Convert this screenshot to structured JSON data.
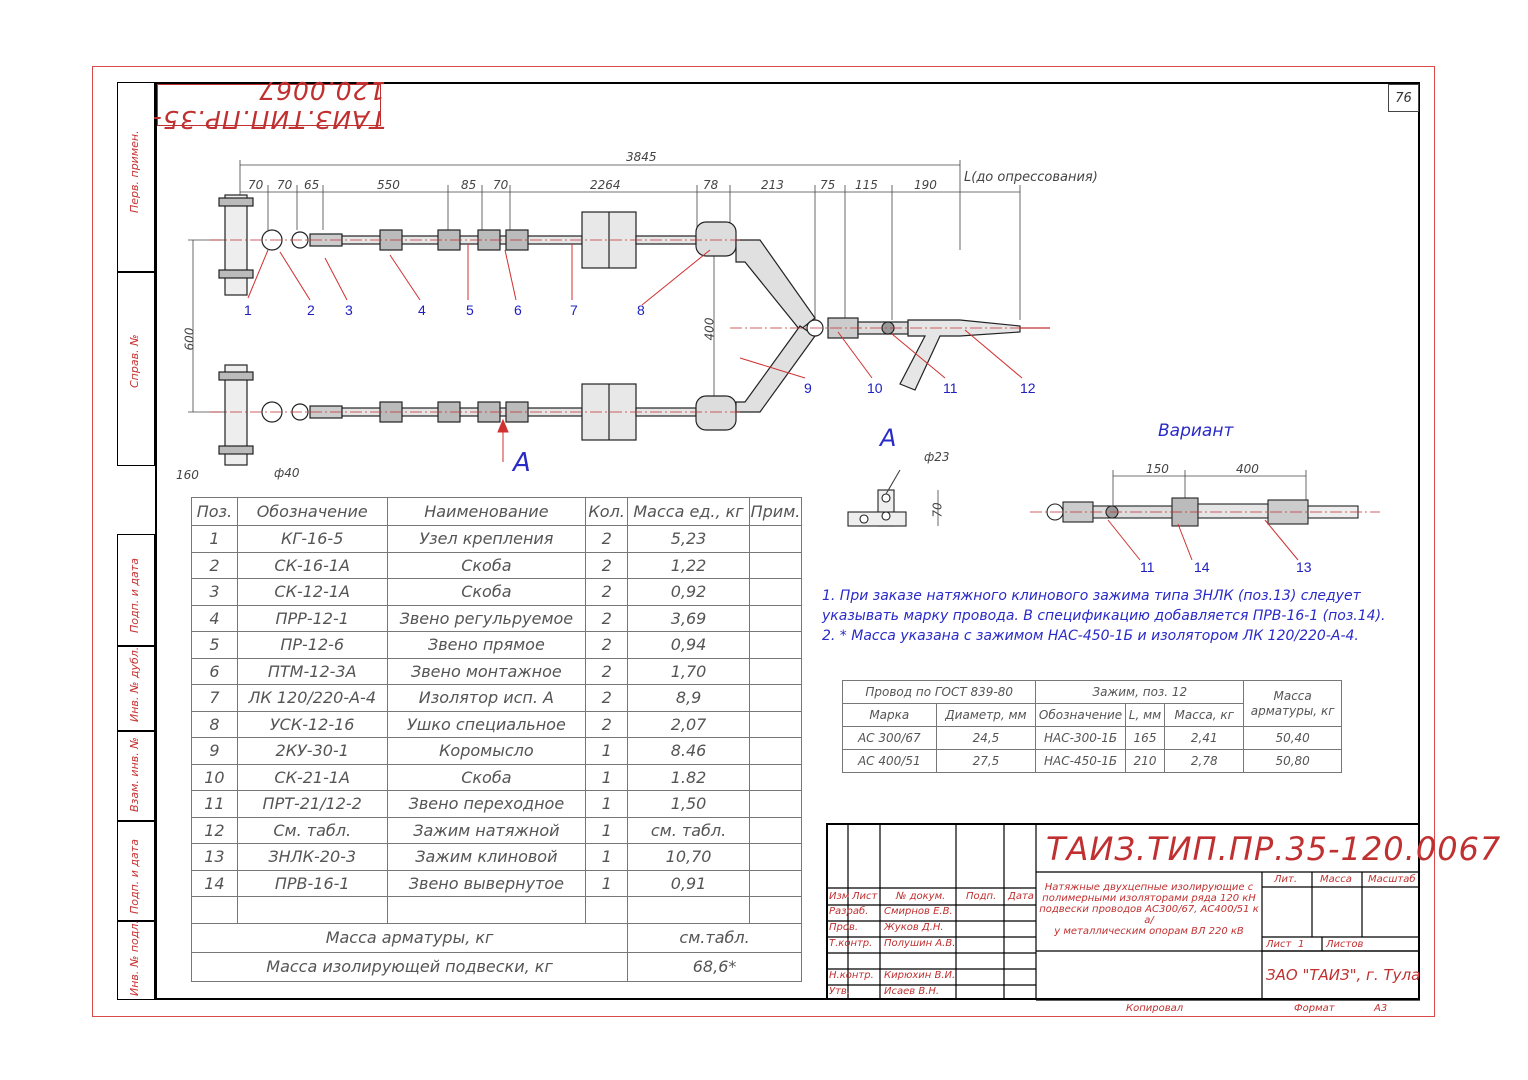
{
  "sheet": {
    "number": "76"
  },
  "mirror_code": "ТАИЗ.ТИП.ПР.35-120.0067",
  "left_strip": {
    "perv_primen": "Перв. примен.",
    "sprav": "Справ. №",
    "podp_data_1": "Подп. и дата",
    "inv_dubl": "Инв. № дубл.",
    "vzam_inv": "Взам. инв. №",
    "podp_data_2": "Подп. и дата",
    "inv_podl": "Инв. № подл."
  },
  "drawing": {
    "dims_top": {
      "overall": "3845",
      "d1": "70",
      "d2": "70",
      "d3": "65",
      "d4": "550",
      "d5": "85",
      "d6": "70",
      "d7": "2264",
      "d8": "78",
      "d9": "213",
      "d10": "75",
      "d11": "115",
      "d12": "190",
      "l_note": "L(до опрессования)"
    },
    "dim_600": "600",
    "dim_400": "400",
    "dim_160": "160",
    "dim_d40": "ф40",
    "positions": [
      "1",
      "2",
      "3",
      "4",
      "5",
      "6",
      "7",
      "8",
      "9",
      "10",
      "11",
      "12"
    ],
    "view_a_marker": "А",
    "view_a_title": "А",
    "view_a_d23": "ф23",
    "view_a_70": "70",
    "variant_title": "Вариант",
    "variant_dims": {
      "a": "150",
      "b": "400"
    },
    "variant_positions": [
      "11",
      "14",
      "13"
    ]
  },
  "spec_table": {
    "headers": [
      "Поз.",
      "Обозначение",
      "Наименование",
      "Кол.",
      "Масса ед., кг",
      "Прим."
    ],
    "rows": [
      [
        "1",
        "КГ-16-5",
        "Узел крепления",
        "2",
        "5,23",
        ""
      ],
      [
        "2",
        "СК-16-1А",
        "Скоба",
        "2",
        "1,22",
        ""
      ],
      [
        "3",
        "СК-12-1А",
        "Скоба",
        "2",
        "0,92",
        ""
      ],
      [
        "4",
        "ПРР-12-1",
        "Звено регульруемое",
        "2",
        "3,69",
        ""
      ],
      [
        "5",
        "ПР-12-6",
        "Звено прямое",
        "2",
        "0,94",
        ""
      ],
      [
        "6",
        "ПТМ-12-3А",
        "Звено монтажное",
        "2",
        "1,70",
        ""
      ],
      [
        "7",
        "ЛК 120/220-А-4",
        "Изолятор исп. А",
        "2",
        "8,9",
        ""
      ],
      [
        "8",
        "УСК-12-16",
        "Ушко специальное",
        "2",
        "2,07",
        ""
      ],
      [
        "9",
        "2КУ-30-1",
        "Коромысло",
        "1",
        "8.46",
        ""
      ],
      [
        "10",
        "СК-21-1А",
        "Скоба",
        "1",
        "1.82",
        ""
      ],
      [
        "11",
        "ПРТ-21/12-2",
        "Звено переходное",
        "1",
        "1,50",
        ""
      ],
      [
        "12",
        "См. табл.",
        "Зажим натяжной",
        "1",
        "см. табл.",
        ""
      ],
      [
        "13",
        "ЗНЛК-20-3",
        "Зажим клиновой",
        "1",
        "10,70",
        ""
      ],
      [
        "14",
        "ПРВ-16-1",
        "Звено вывернутое",
        "1",
        "0,91",
        ""
      ],
      [
        "",
        "",
        "",
        "",
        "",
        ""
      ]
    ],
    "totals": [
      {
        "label": "Масса арматуры, кг",
        "value": "см.табл."
      },
      {
        "label": "Масса изолирующей подвески, кг",
        "value": "68,6*"
      }
    ]
  },
  "notes": [
    "1. При заказе натяжного клинового зажима типа ЗНЛК (поз.13) следует",
    "указывать марку провода. В спецификацию добавляется ПРВ-16-1 (поз.14).",
    "2. * Масса указана с зажимом НАС-450-1Б и изолятором ЛК 120/220-А-4."
  ],
  "wire_table": {
    "group_provod": "Провод по ГОСТ 839-80",
    "group_zazhim": "Зажим, поз. 12",
    "group_massa": "Масса арматуры, кг",
    "sub": [
      "Марка",
      "Диаметр, мм",
      "Обозначение",
      "L, мм",
      "Масса, кг"
    ],
    "rows": [
      [
        "АС 300/67",
        "24,5",
        "НАС-300-1Б",
        "165",
        "2,41",
        "50,40"
      ],
      [
        "АС 400/51",
        "27,5",
        "НАС-450-1Б",
        "210",
        "2,78",
        "50,80"
      ]
    ]
  },
  "stamp": {
    "code": "ТАИЗ.ТИП.ПР.35-120.0067",
    "title_lines": [
      "Натяжные двухцепные изолирующие с",
      "полимерными изоляторами ряда 120 кН",
      "подвески проводов АС300/67, АС400/51 к а/",
      "у металлическим опорам ВЛ 220 кВ"
    ],
    "cols": [
      "Изм",
      "Лист",
      "№ докум.",
      "Подп.",
      "Дата"
    ],
    "roles": [
      {
        "role": "Разраб.",
        "name": "Смирнов Е.В."
      },
      {
        "role": "Пров.",
        "name": "Жуков Д.Н."
      },
      {
        "role": "Т.контр.",
        "name": "Полушин А.В."
      },
      {
        "role": "",
        "name": ""
      },
      {
        "role": "Н.контр.",
        "name": "Кирюхин В.И."
      },
      {
        "role": "Утв.",
        "name": "Исаев В.Н."
      }
    ],
    "lit": "Лит.",
    "massa": "Масса",
    "masshtab": "Масштаб",
    "list": "Лист",
    "list_no": "1",
    "listov": "Листов",
    "company": "ЗАО \"ТАИЗ\", г. Тула"
  },
  "footer": {
    "kopiroval": "Копировал",
    "format_label": "Формат",
    "format_value": "А3"
  }
}
